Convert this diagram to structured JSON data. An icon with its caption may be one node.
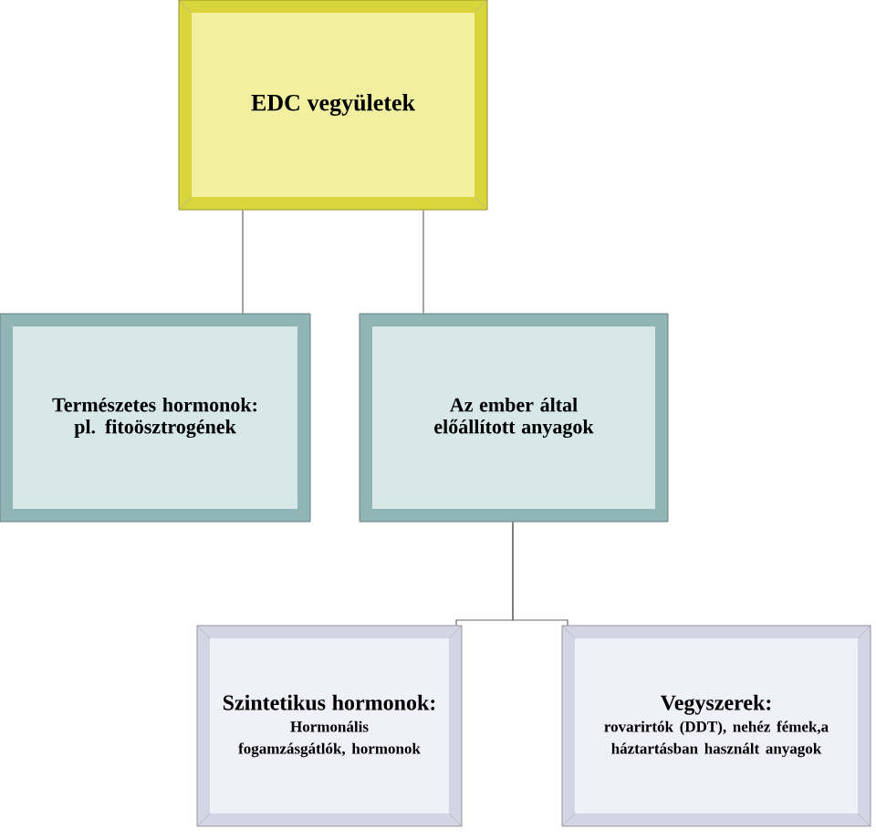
{
  "diagram": {
    "nodes": [
      {
        "text": [
          "EDC vegyületek"
        ]
      },
      {
        "text": [
          "Természetes hormonok: pl. fitoösztrogének"
        ]
      },
      {
        "text": [
          "Az ember által előállított anyagok"
        ]
      },
      {
        "text": [
          "Szintetikus hormonok:",
          "Hormonális fogamzásgátlók, hormonok"
        ]
      },
      {
        "text": [
          "Vegyszerek:",
          "rovarirtók (DDT), nehéz fémek,a háztartásban használt anyagok"
        ]
      }
    ],
    "edges": [
      {
        "from": 0,
        "to": 1,
        "arrow": "none"
      },
      {
        "from": 0,
        "to": 2,
        "arrow": "none"
      },
      {
        "from": 2,
        "to": 3,
        "arrow": "none"
      },
      {
        "from": 2,
        "to": 4,
        "arrow": "none"
      }
    ]
  }
}
